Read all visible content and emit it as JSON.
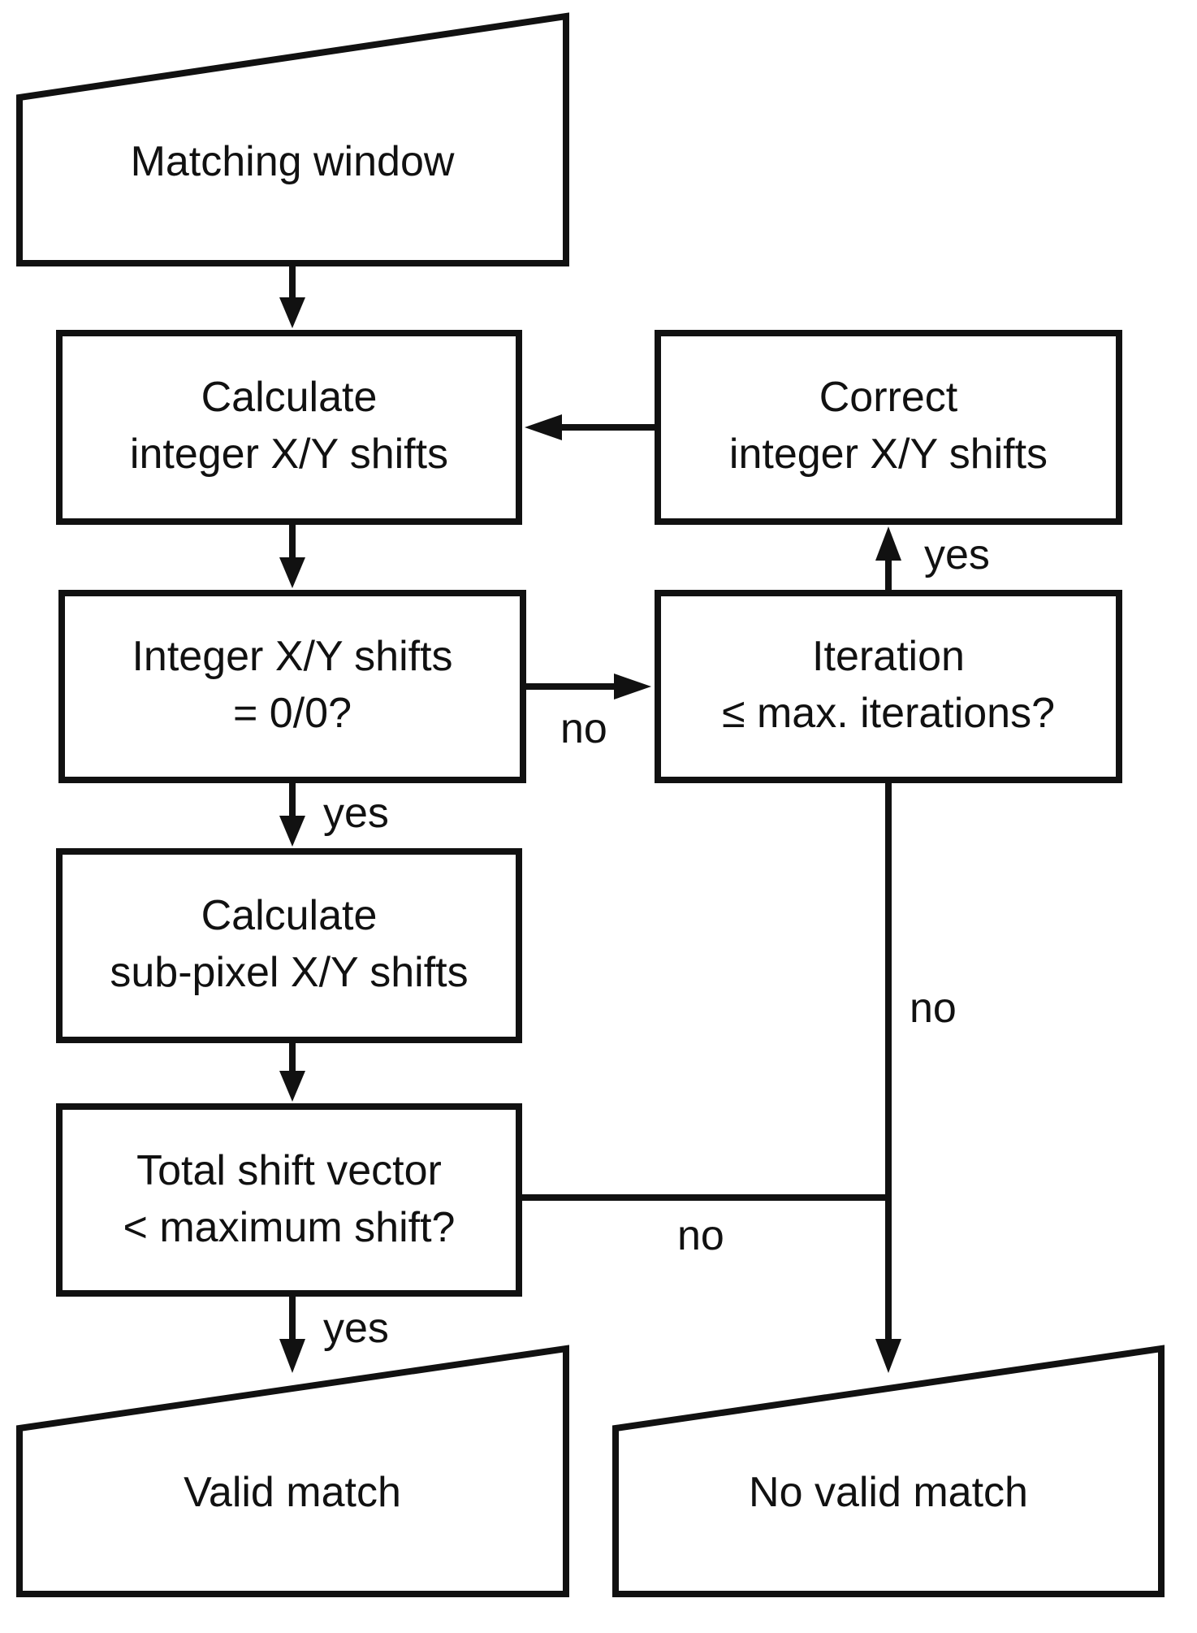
{
  "nodes": {
    "matching_window": {
      "label": "Matching window"
    },
    "calc_integer": {
      "line1": "Calculate",
      "line2": "integer X/Y shifts"
    },
    "correct_integer": {
      "line1": "Correct",
      "line2": "integer X/Y shifts"
    },
    "integer_zero": {
      "line1": "Integer X/Y shifts",
      "line2": "= 0/0?"
    },
    "iteration_check": {
      "line1": "Iteration",
      "line2": "≤ max. iterations?"
    },
    "calc_subpixel": {
      "line1": "Calculate",
      "line2": "sub-pixel X/Y shifts"
    },
    "total_shift": {
      "line1": "Total shift vector",
      "line2": "< maximum shift?"
    },
    "valid_match": {
      "label": "Valid match"
    },
    "no_valid_match": {
      "label": "No valid match"
    }
  },
  "edge_labels": {
    "zero_yes": "yes",
    "zero_no": "no",
    "iteration_yes": "yes",
    "iteration_no": "no",
    "total_yes": "yes",
    "total_no": "no"
  },
  "colors": {
    "stroke": "#111111",
    "background": "#ffffff"
  }
}
